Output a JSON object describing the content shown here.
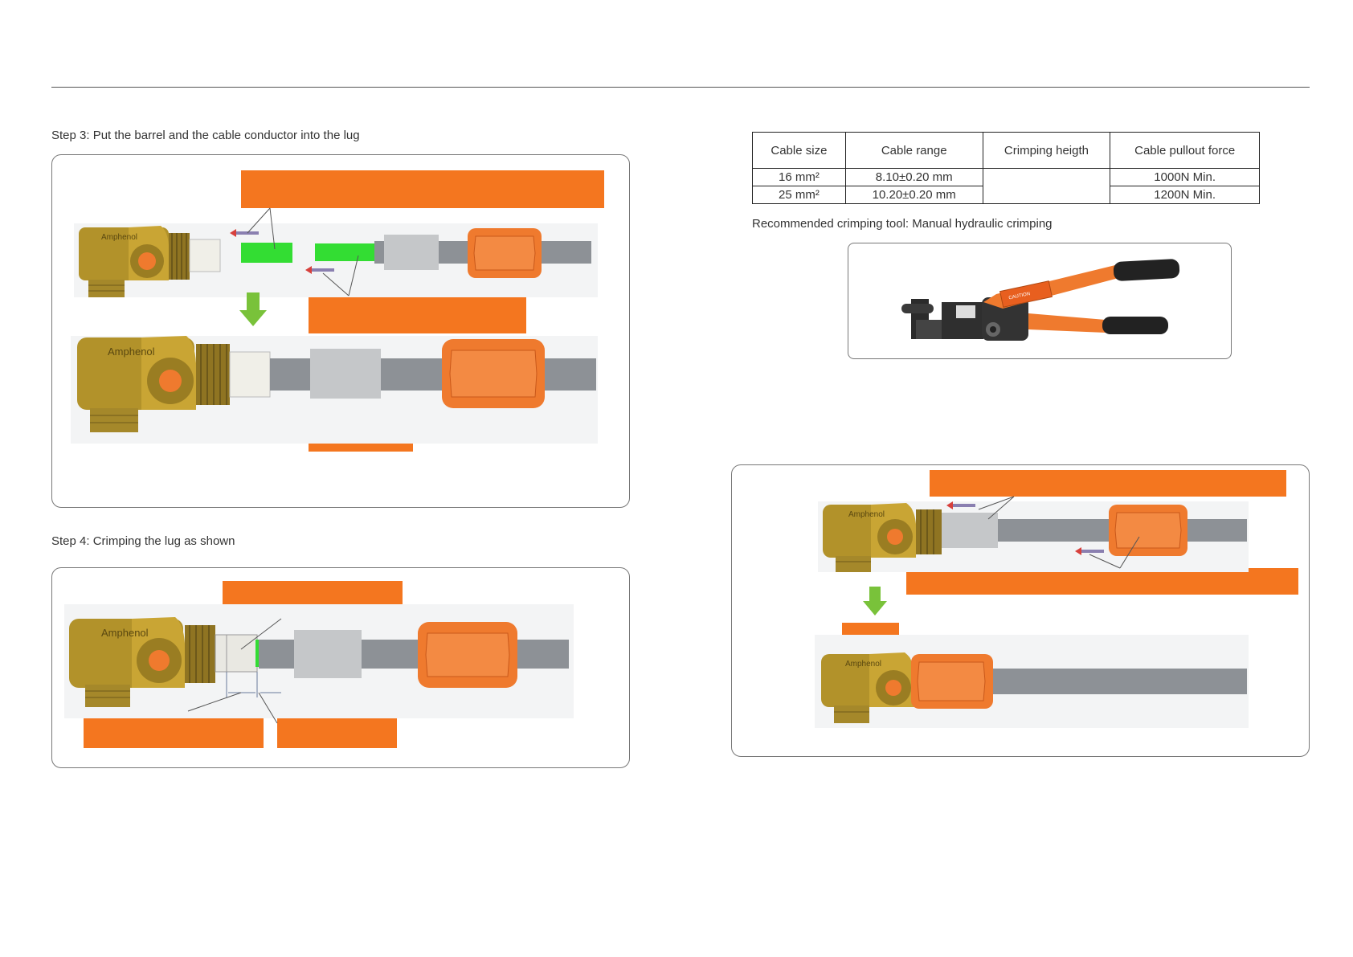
{
  "step3": {
    "title": "Step 3:  Put the barrel and the cable conductor into the lug"
  },
  "step4": {
    "title": "Step 4:  Crimping the lug as shown"
  },
  "brand": "Amphenol",
  "spec_table": {
    "headers": [
      "Cable size",
      "Cable range",
      "Crimping heigth",
      "Cable pullout force"
    ],
    "rows": [
      {
        "size": "16 mm²",
        "range": "8.10±0.20 mm",
        "force": "1000N Min."
      },
      {
        "size": "25 mm²",
        "range": "10.20±0.20 mm",
        "force": "1200N Min."
      }
    ]
  },
  "tool": {
    "label": "Recommended crimping tool: Manual hydraulic crimping",
    "sticker": "CAUTION"
  },
  "colors": {
    "callout": "#f4761f",
    "brass": "#b2922a",
    "nut": "#ef7a2e",
    "cable": "#8d9196",
    "sleeve": "#c5c7c9",
    "barrel": "#33dd33",
    "arrow": "#79c23a"
  }
}
